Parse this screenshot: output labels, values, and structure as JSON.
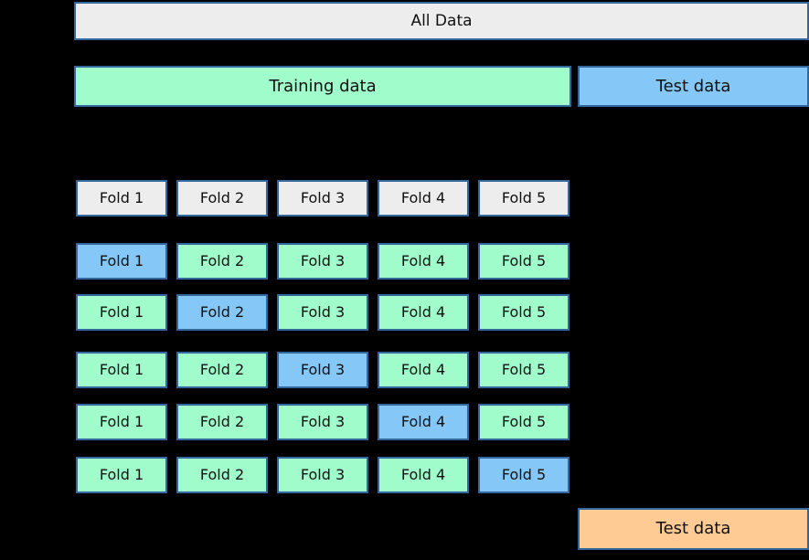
{
  "colors": {
    "background": "#000000",
    "border": "#35679F",
    "gray_fill": "#EDEDEE",
    "green_fill": "#A1FCCB",
    "blue_fill": "#85C8F8",
    "orange_fill": "#FECB95",
    "text": "#111111"
  },
  "all_data": {
    "label": "All Data"
  },
  "top_split": {
    "training_label": "Training data",
    "test_label": "Test data"
  },
  "fold_header": {
    "cells": [
      "Fold 1",
      "Fold 2",
      "Fold 3",
      "Fold 4",
      "Fold 5"
    ]
  },
  "cv_grid": {
    "rows": [
      {
        "split": 1,
        "cells": [
          {
            "label": "Fold 1",
            "role": "test"
          },
          {
            "label": "Fold 2",
            "role": "train"
          },
          {
            "label": "Fold 3",
            "role": "train"
          },
          {
            "label": "Fold 4",
            "role": "train"
          },
          {
            "label": "Fold 5",
            "role": "train"
          }
        ]
      },
      {
        "split": 2,
        "cells": [
          {
            "label": "Fold 1",
            "role": "train"
          },
          {
            "label": "Fold 2",
            "role": "test"
          },
          {
            "label": "Fold 3",
            "role": "train"
          },
          {
            "label": "Fold 4",
            "role": "train"
          },
          {
            "label": "Fold 5",
            "role": "train"
          }
        ]
      },
      {
        "split": 3,
        "cells": [
          {
            "label": "Fold 1",
            "role": "train"
          },
          {
            "label": "Fold 2",
            "role": "train"
          },
          {
            "label": "Fold 3",
            "role": "test"
          },
          {
            "label": "Fold 4",
            "role": "train"
          },
          {
            "label": "Fold 5",
            "role": "train"
          }
        ]
      },
      {
        "split": 4,
        "cells": [
          {
            "label": "Fold 1",
            "role": "train"
          },
          {
            "label": "Fold 2",
            "role": "train"
          },
          {
            "label": "Fold 3",
            "role": "train"
          },
          {
            "label": "Fold 4",
            "role": "test"
          },
          {
            "label": "Fold 5",
            "role": "train"
          }
        ]
      },
      {
        "split": 5,
        "cells": [
          {
            "label": "Fold 1",
            "role": "train"
          },
          {
            "label": "Fold 2",
            "role": "train"
          },
          {
            "label": "Fold 3",
            "role": "train"
          },
          {
            "label": "Fold 4",
            "role": "train"
          },
          {
            "label": "Fold 5",
            "role": "test"
          }
        ]
      }
    ]
  },
  "final_test": {
    "label": "Test data"
  }
}
